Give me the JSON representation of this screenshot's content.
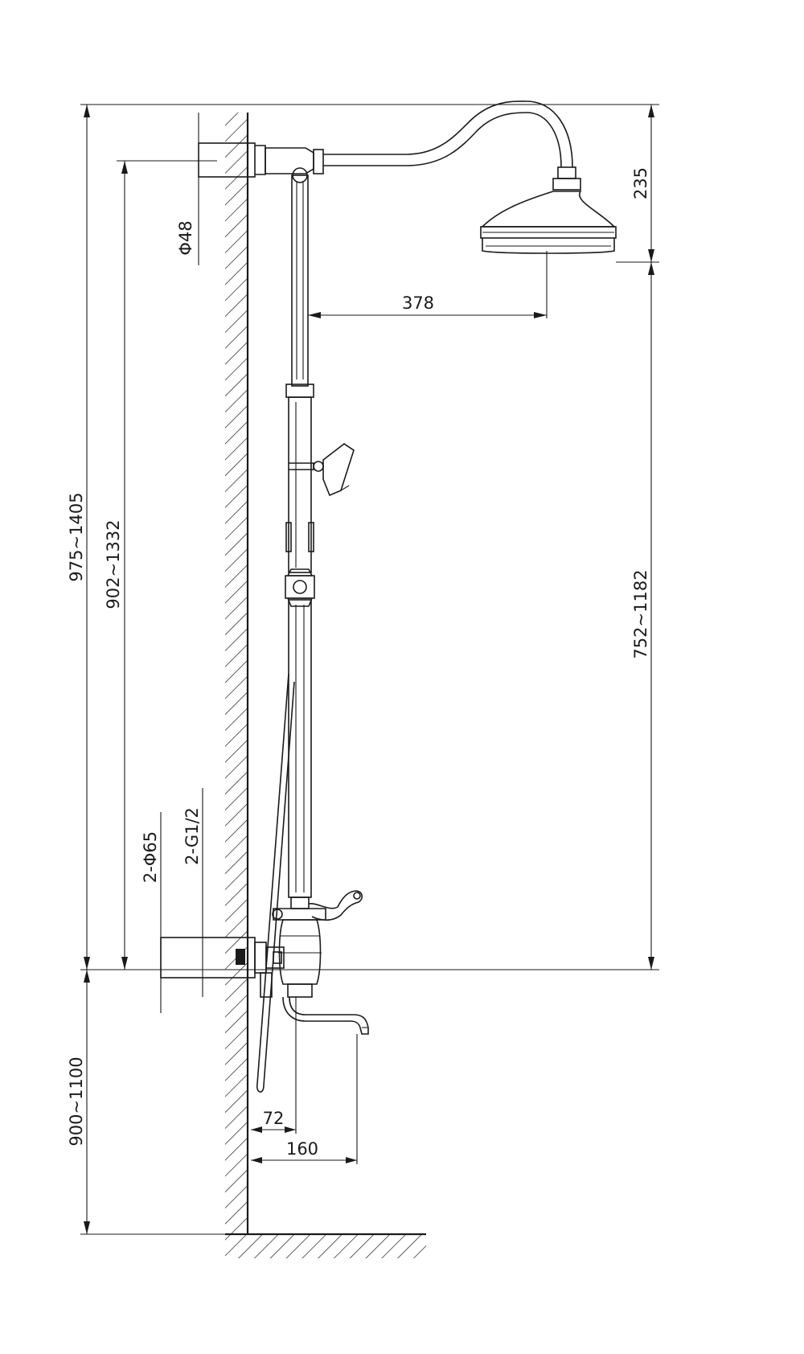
{
  "diagram": {
    "dimensions": {
      "head_drop": "235",
      "pipe_diameter": "Φ48",
      "arm_reach": "378",
      "total_height_range": "975~1405",
      "riser_height_range": "902~1332",
      "head_to_inlet_range": "752~1182",
      "flange_diameter": "2-Φ65",
      "inlet_thread": "2-G1/2",
      "inlet_height_range": "900~1100",
      "inlet_offset": "72",
      "spout_projection": "160"
    }
  }
}
